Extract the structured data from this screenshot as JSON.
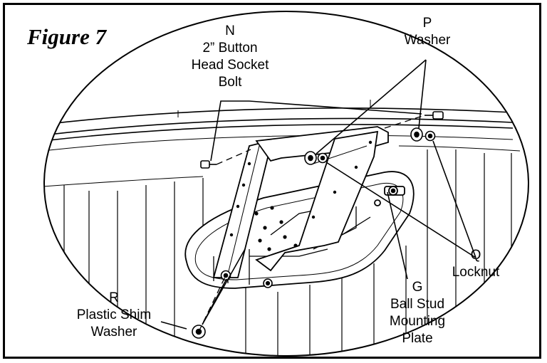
{
  "figure_title": "Figure 7",
  "callouts": {
    "n": {
      "letter": "N",
      "lines": [
        "2” Button",
        "Head Socket",
        "Bolt"
      ]
    },
    "p": {
      "letter": "P",
      "lines": [
        "Washer"
      ]
    },
    "q": {
      "letter": "Q",
      "lines": [
        "Locknut"
      ]
    },
    "g": {
      "letter": "G",
      "lines": [
        "Ball Stud",
        "Mounting",
        "Plate"
      ]
    },
    "r": {
      "letter": "R",
      "lines": [
        "Plastic Shim",
        "Washer"
      ]
    }
  },
  "colors": {
    "line": "#000000",
    "background": "#ffffff"
  }
}
